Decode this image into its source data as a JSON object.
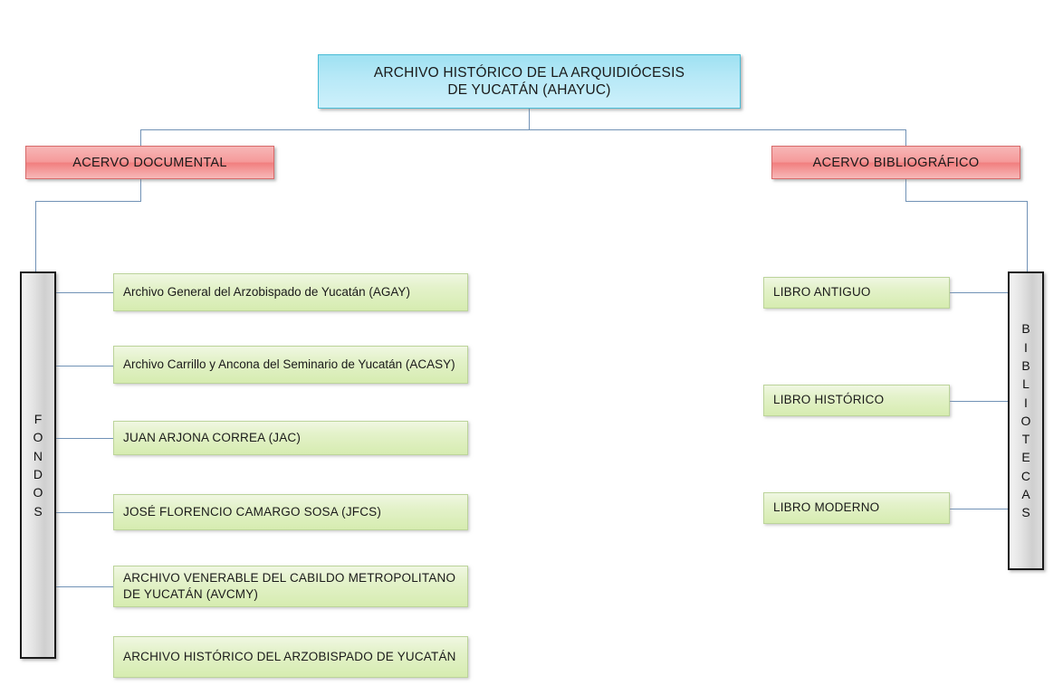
{
  "diagram": {
    "title": "ARCHIVO HISTÓRICO DE LA ARQUIDIÓCESIS DE YUCATÁN (AHAYUC)",
    "root": {
      "label": "ARCHIVO  HISTÓRICO  DE LA ARQUIDIÓCESIS DE YUCATÁN  (AHAYUC)",
      "line1": "ARCHIVO  HISTÓRICO  DE LA ARQUIDIÓCESIS",
      "line2": "DE YUCATÁN  (AHAYUC)",
      "color": "#b8e9f7",
      "border_color": "#49bcd6"
    },
    "branches": [
      {
        "id": "acervo-documental",
        "label": "ACERVO  DOCUMENTAL",
        "color": "#f59a9a",
        "border_color": "#d86a6a",
        "spine_label": "FONDOS",
        "spine_letters": [
          "F",
          "O",
          "N",
          "D",
          "O",
          "S"
        ],
        "items": [
          {
            "label": "Archivo General del Arzobispado de Yucatán (AGAY)",
            "connected": true
          },
          {
            "label": "Archivo Carrillo y Ancona del Seminario de Yucatán (ACASY)",
            "connected": true
          },
          {
            "label": "JUAN ARJONA CORREA (JAC)",
            "connected": true
          },
          {
            "label": "JOSÉ FLORENCIO CAMARGO SOSA (JFCS)",
            "connected": true
          },
          {
            "label": "ARCHIVO VENERABLE DEL CABILDO METROPOLITANO DE YUCATÁN (AVCMY)",
            "connected": true
          },
          {
            "label": "ARCHIVO HISTÓRICO DEL ARZOBISPADO DE YUCATÁN",
            "connected": false
          }
        ]
      },
      {
        "id": "acervo-bibliografico",
        "label": "ACERVO  BIBLIOGRÁFICO",
        "color": "#f59a9a",
        "border_color": "#d86a6a",
        "spine_label": "BIBLIOTECAS",
        "spine_letters": [
          "B",
          "I",
          "B",
          "L",
          "I",
          "O",
          "T",
          "E",
          "C",
          "A",
          "S"
        ],
        "items": [
          {
            "label": "LIBRO ANTIGUO",
            "connected": true
          },
          {
            "label": "LIBRO HISTÓRICO",
            "connected": true
          },
          {
            "label": "LIBRO MODERNO",
            "connected": true
          }
        ]
      }
    ],
    "leaf_color": "#d6ecb0",
    "leaf_border_color": "#bcd49a",
    "connector_color": "#7192b6",
    "spine_border_color": "#1a1a1a"
  }
}
